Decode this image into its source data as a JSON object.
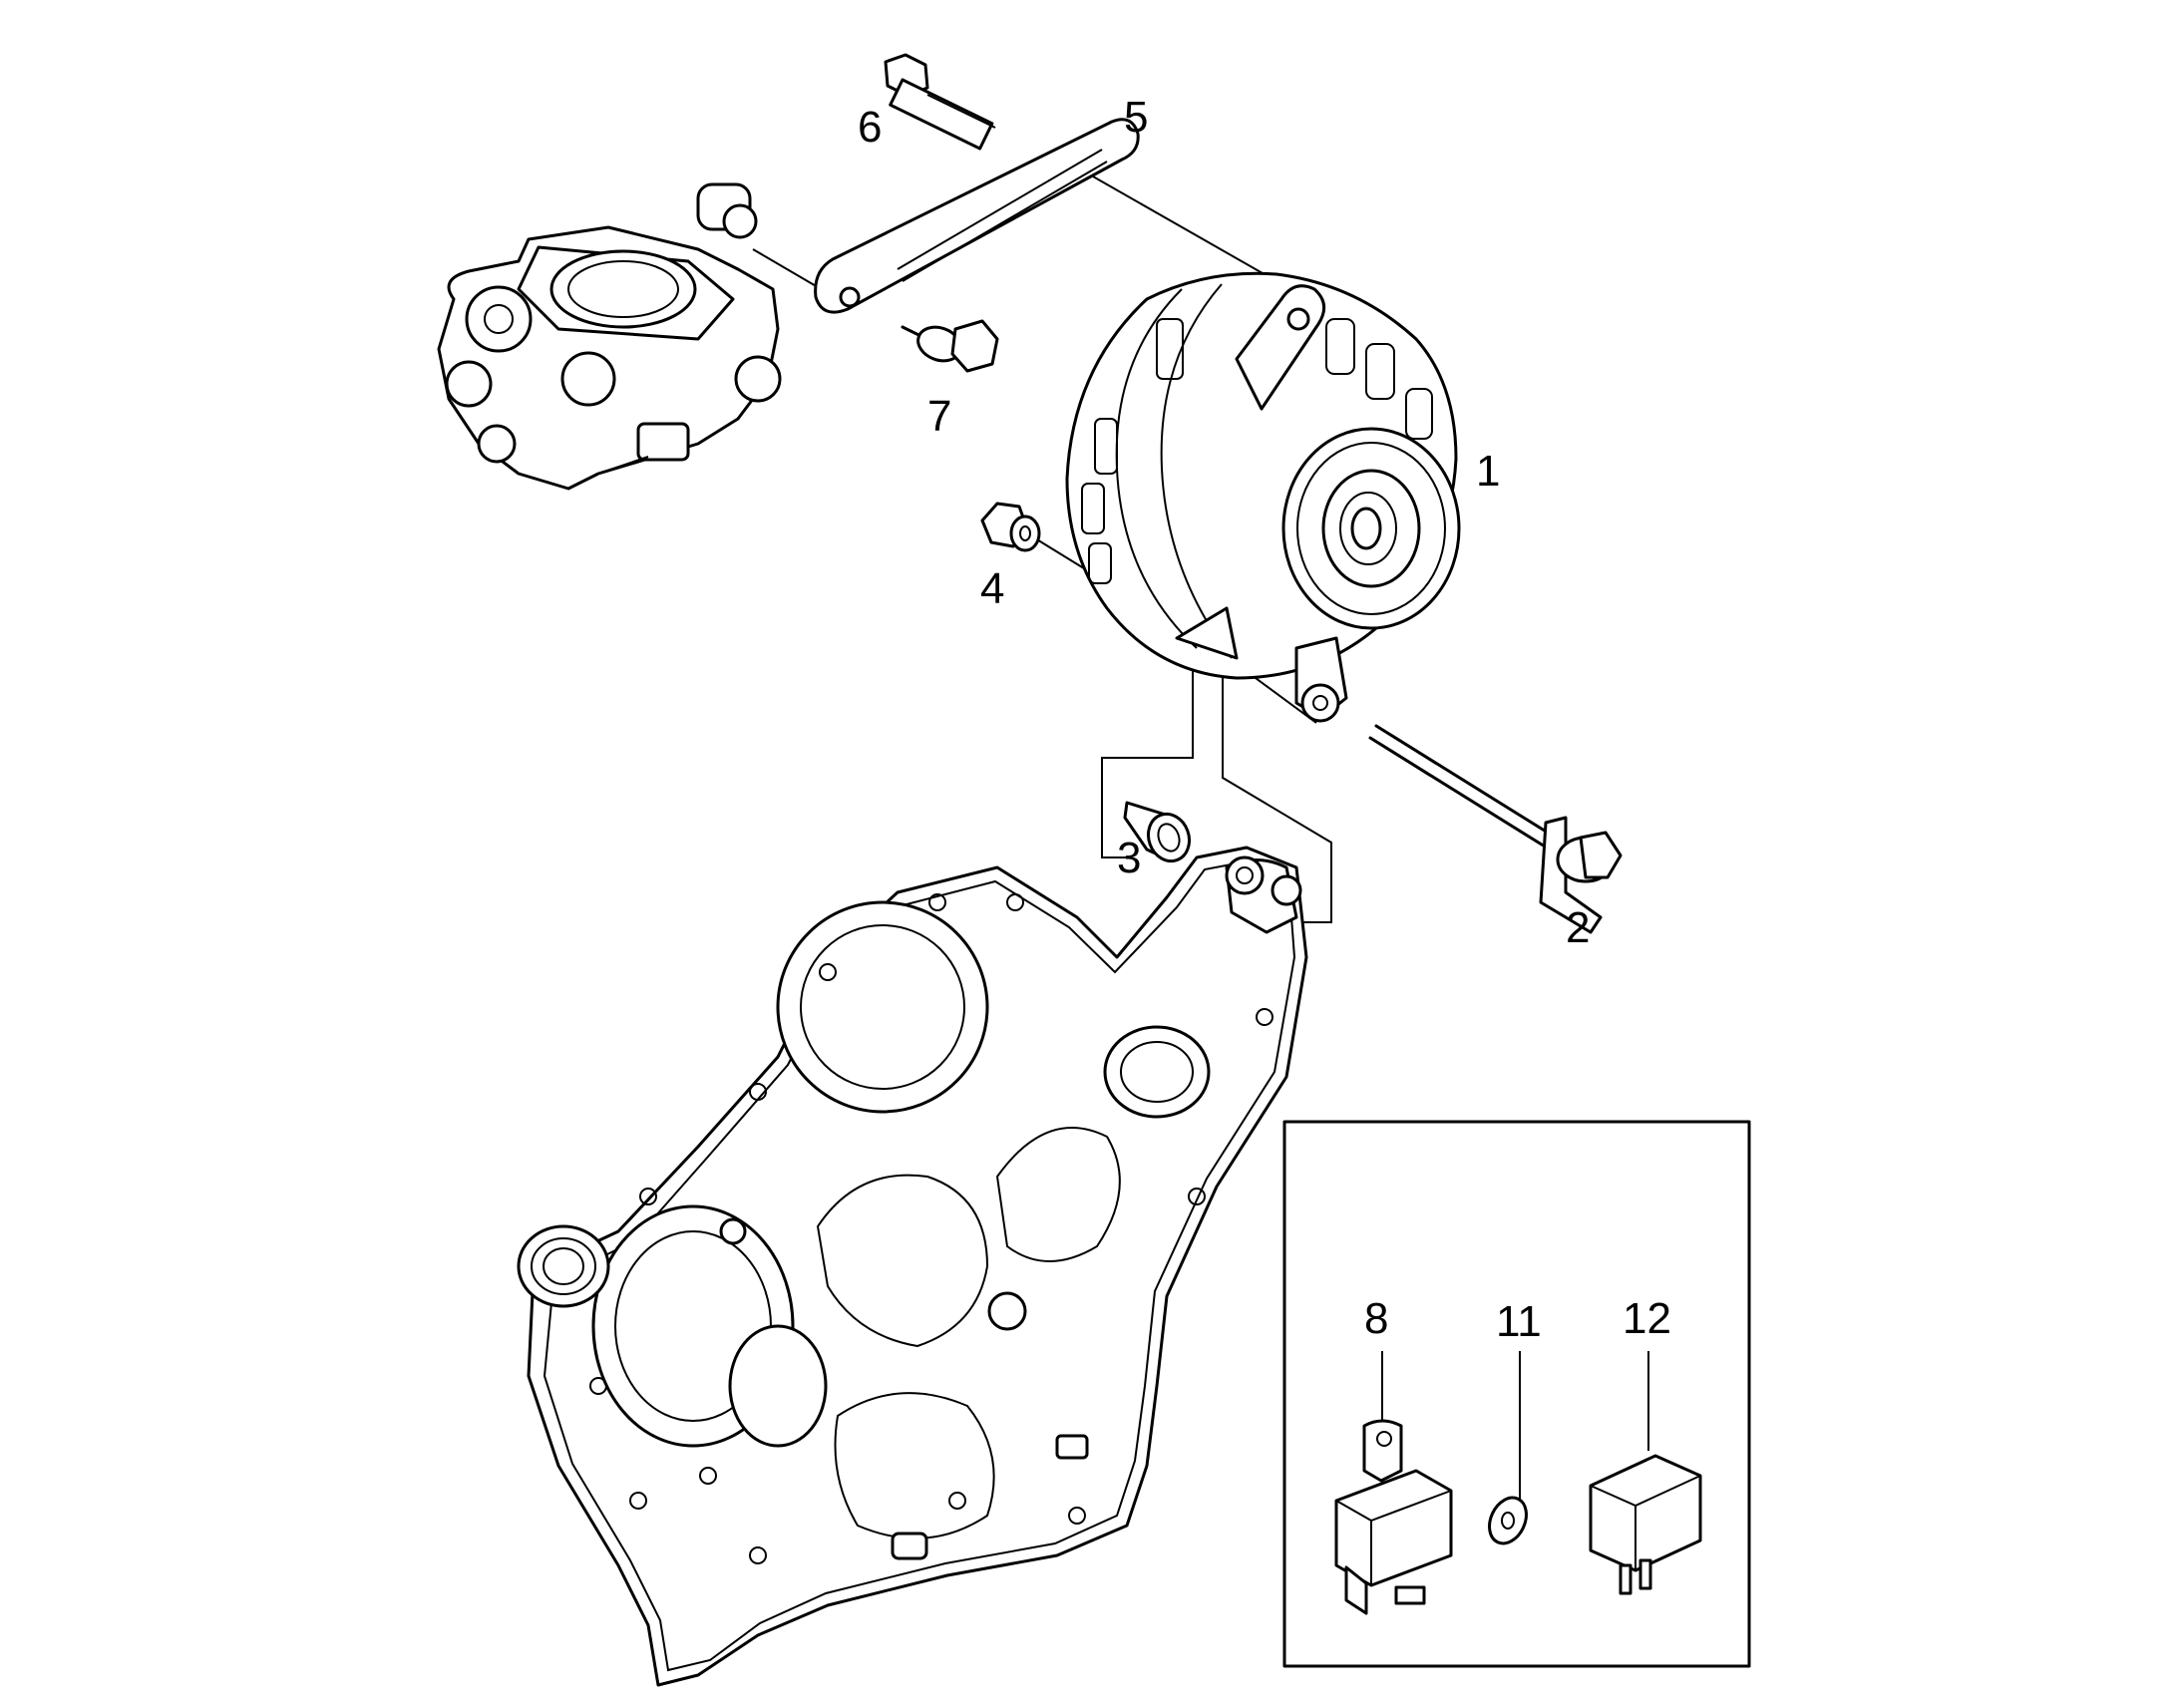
{
  "callouts": {
    "p1": "1",
    "p2": "2",
    "p3": "3",
    "p4": "4",
    "p5": "5",
    "p6": "6",
    "p7": "7",
    "p8": "8",
    "p11": "11",
    "p12": "12"
  }
}
